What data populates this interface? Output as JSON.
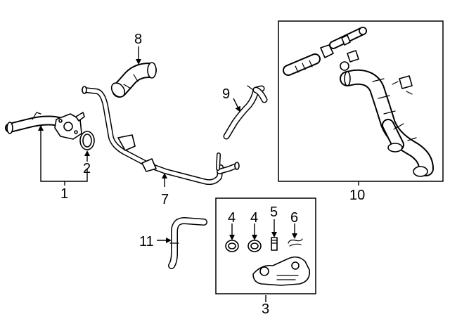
{
  "callouts": {
    "c1": "1",
    "c2": "2",
    "c3": "3",
    "c4a": "4",
    "c4b": "4",
    "c5": "5",
    "c6": "6",
    "c7": "7",
    "c8": "8",
    "c9": "9",
    "c10": "10",
    "c11": "11"
  },
  "colors": {
    "line": "#000000",
    "background": "#ffffff"
  }
}
